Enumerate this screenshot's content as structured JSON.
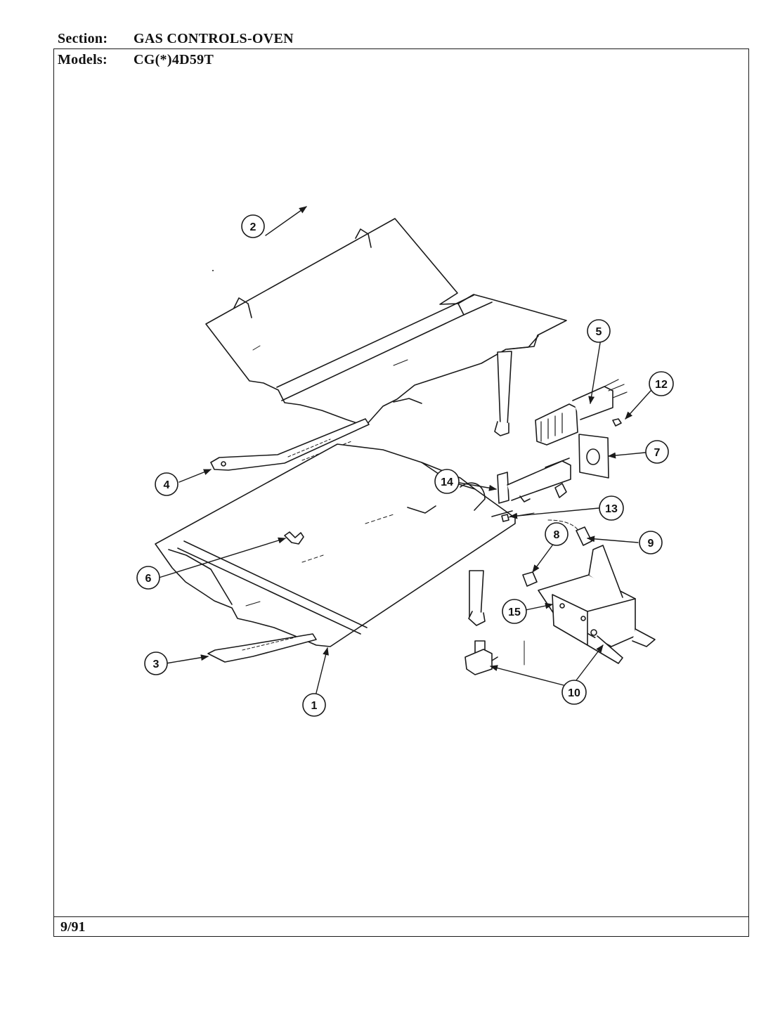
{
  "header": {
    "section_label": "Section:",
    "section_value": "GAS CONTROLS-OVEN",
    "models_label": "Models:",
    "models_value": "CG(*)4D59T"
  },
  "footer": {
    "date": "9/91"
  },
  "callouts": [
    {
      "id": "1",
      "label": "1"
    },
    {
      "id": "2",
      "label": "2"
    },
    {
      "id": "3",
      "label": "3"
    },
    {
      "id": "4",
      "label": "4"
    },
    {
      "id": "5",
      "label": "5"
    },
    {
      "id": "6",
      "label": "6"
    },
    {
      "id": "7",
      "label": "7"
    },
    {
      "id": "8",
      "label": "8"
    },
    {
      "id": "9",
      "label": "9"
    },
    {
      "id": "10",
      "label": "10"
    },
    {
      "id": "12",
      "label": "12"
    },
    {
      "id": "13",
      "label": "13"
    },
    {
      "id": "14",
      "label": "14"
    },
    {
      "id": "15",
      "label": "15"
    }
  ],
  "colors": {
    "ink": "#1a1a1a",
    "paper": "#ffffff"
  }
}
